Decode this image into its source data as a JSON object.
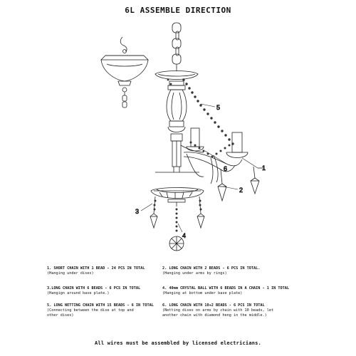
{
  "title": "6L  ASSEMBLE DIRECTION",
  "callouts": [
    "1",
    "2",
    "3",
    "4",
    "5",
    "6"
  ],
  "notes": [
    {
      "main": "1. SHORT CHAIN WITH 1 BEAD - 24 PCS IN TOTAL",
      "sub": [
        "(Hanging under dises)"
      ]
    },
    {
      "main": "2. LONG CHAIN WITH 2 BEADS - 6 PCS IN TOTAL.",
      "sub": [
        "(Hanging under arms by rings)"
      ]
    },
    {
      "main": "3.LONG CHAIN WITH 6 BEADS - 6 PCS IN TOTAL",
      "sub": [
        "(Hangign around base plate.)"
      ]
    },
    {
      "main": "4. 40mm CRYSTAL BALL WITH 6 BEADS IN A CHAIN - 1 IN TOTAL",
      "sub": [
        "(Hanging at bottom under base plate)"
      ]
    },
    {
      "main": "5. LONG NETTING CHAIN WITH 15 BEADS - 6 IN TOTAL",
      "sub": [
        "(Connecting between the dise at top and",
        "other dises)"
      ]
    },
    {
      "main": "6. LONG CHAIN WITH 10+2 BEADS - 6 PCS IN TOTAL",
      "sub": [
        "(Netting dises on arms by chain with 10 beads, let",
        "another chain with diamond heng in the middle.)"
      ]
    }
  ],
  "footer": "All wires must be assembled by licensed electricians."
}
